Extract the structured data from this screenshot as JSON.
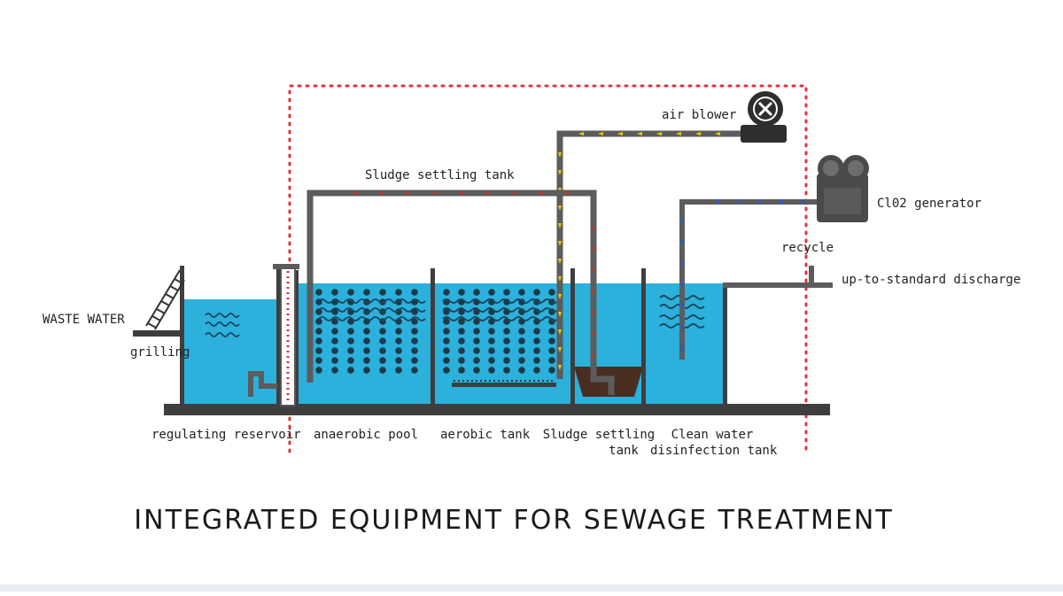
{
  "title": "INTEGRATED EQUIPMENT FOR SEWAGE TREATMENT",
  "labels": {
    "air_blower": "air blower",
    "sludge_pipe": "Sludge settling tank",
    "clo2_generator": "Cl02 generator",
    "recycle": "recycle",
    "discharge": "up-to-standard discharge",
    "waste_water": "WASTE WATER",
    "grilling": "grilling",
    "regulating": "regulating reservoir",
    "anaerobic": "anaerobic pool",
    "aerobic": "aerobic tank",
    "settling_line1": "Sludge settling",
    "settling_line2": "tank",
    "clean_line1": "Clean water",
    "clean_line2": "disinfection tank"
  },
  "colors": {
    "water": "#2cb0dc",
    "wall": "#3e3e3e",
    "pipe": "#5c5c5c",
    "boundary": "#e0313a",
    "air_arrow": "#f2c200",
    "sludge_arrow": "#b83a2a",
    "clo2_arrow": "#2a58c8",
    "sludge": "#4a2e22",
    "bubble": "#1e3a46",
    "wave": "#17475e"
  },
  "icons": [
    "grill-icon",
    "blower-icon",
    "clo2-generator-icon",
    "wave-icon"
  ]
}
